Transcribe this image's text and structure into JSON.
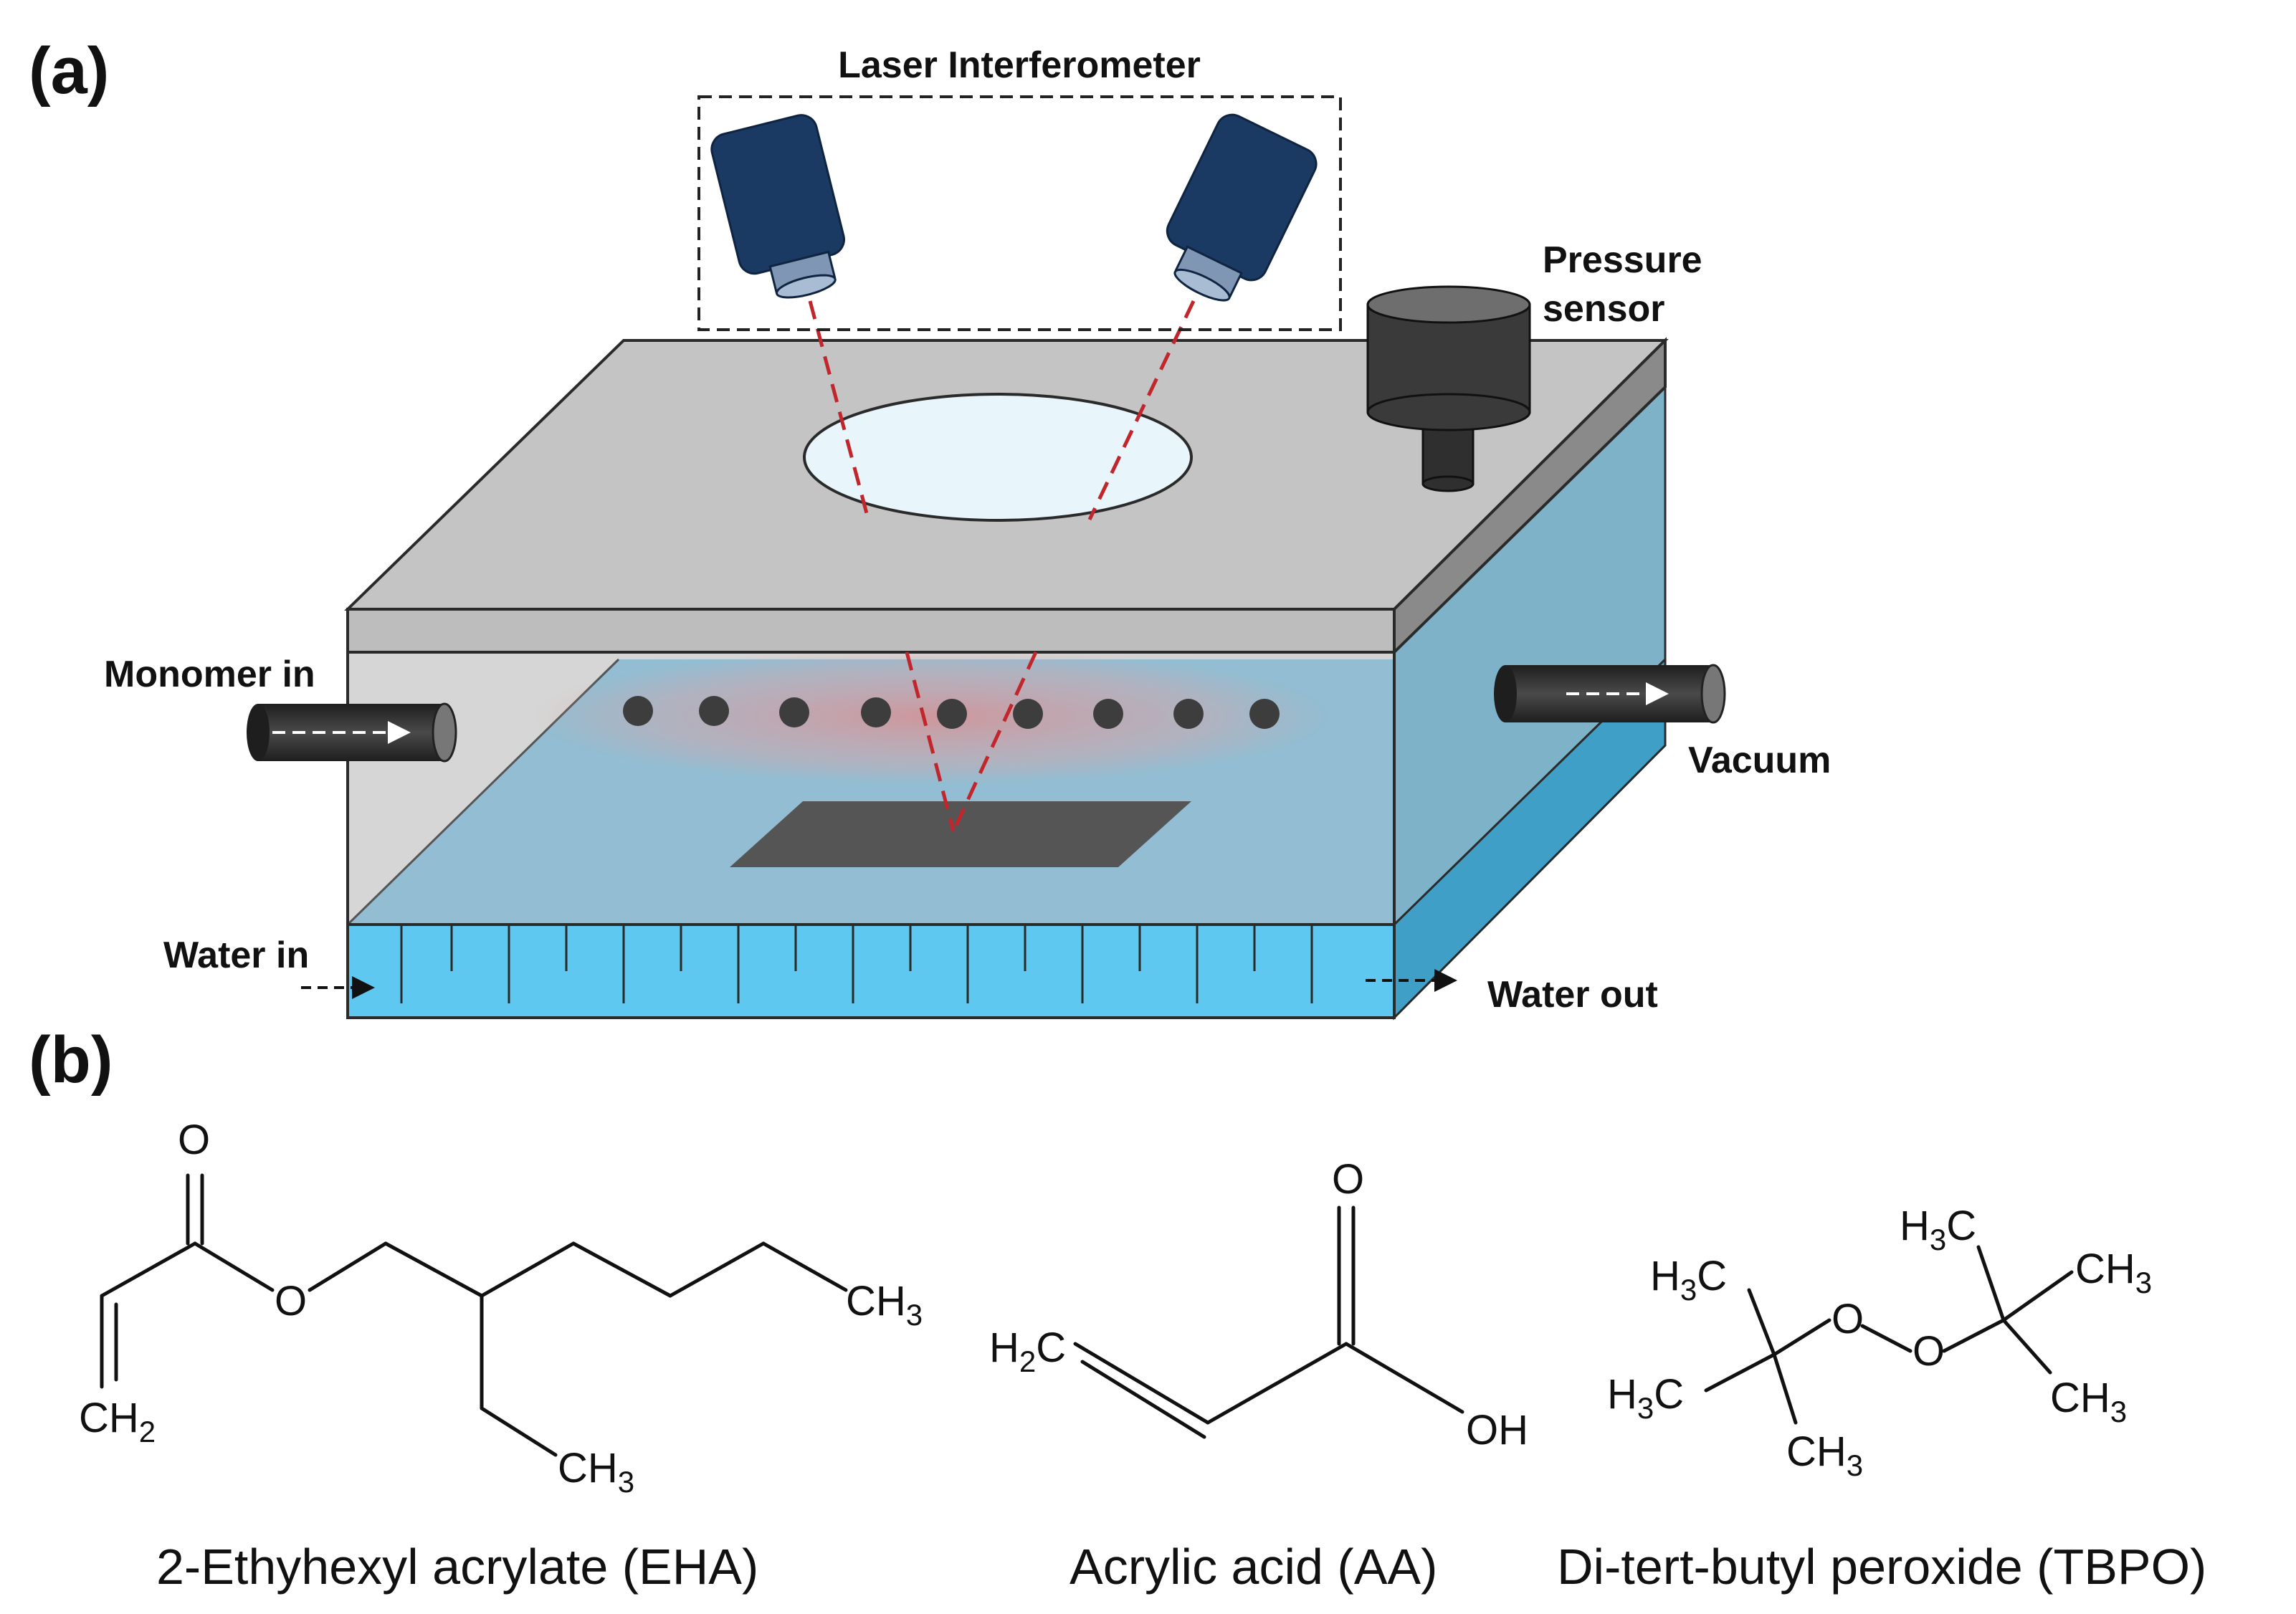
{
  "panels": {
    "a": {
      "tag": "(a)"
    },
    "b": {
      "tag": "(b)"
    }
  },
  "apparatus": {
    "interferometer_label": "Laser Interferometer",
    "pressure_label_line1": "Pressure",
    "pressure_label_line2": "sensor",
    "monomer_label": "Monomer in",
    "vacuum_label": "Vacuum",
    "water_in_label": "Water in",
    "water_out_label": "Water out"
  },
  "molecules": {
    "eha": {
      "name": "2-Ethyhexyl acrylate (EHA)",
      "atoms": {
        "o_carbonyl": "O",
        "o_ester": "O",
        "ch2": "CH",
        "ch2_sub": "2",
        "ch3a": "CH",
        "ch3a_sub": "3",
        "ch3b": "CH",
        "ch3b_sub": "3"
      }
    },
    "aa": {
      "name": "Acrylic acid (AA)",
      "atoms": {
        "o_carbonyl": "O",
        "oh": "OH",
        "h2c_h": "H",
        "h2c_sub": "2",
        "h2c_c": "C"
      }
    },
    "tbpo": {
      "name": "Di-tert-butyl peroxide (TBPO)",
      "atoms": {
        "o1": "O",
        "o2": "O",
        "h": "H",
        "three": "3",
        "c": "C",
        "ch": "CH",
        "sub3": "3"
      }
    }
  },
  "colors": {
    "camera": "#1b3a63",
    "lid": "#c4c4c4",
    "lid_side": "#8a8a8a",
    "chamber_back": "#d6d6d6",
    "chamber_liquid": "#8cbad0",
    "water_jacket": "#5ec8f0",
    "water_jacket_side": "#3a9fc8",
    "sample": "#555555",
    "laser": "#c0262b",
    "port": "#2e2e2e"
  }
}
